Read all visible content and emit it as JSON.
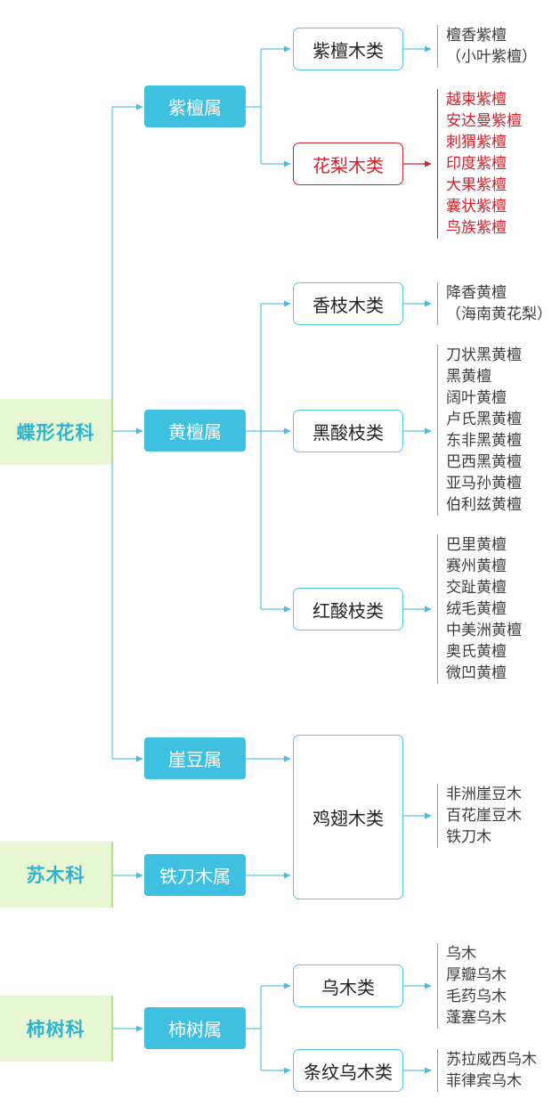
{
  "families": [
    {
      "id": "dieyinghuake",
      "label": "蝶形花科"
    },
    {
      "id": "sumuke",
      "label": "苏木科"
    },
    {
      "id": "shishuke",
      "label": "柿树科"
    }
  ],
  "genera": [
    {
      "id": "zitanshu",
      "label": "紫檀属"
    },
    {
      "id": "huangtanshu",
      "label": "黄檀属"
    },
    {
      "id": "yadoushu",
      "label": "崖豆属"
    },
    {
      "id": "tiedaomushu",
      "label": "铁刀木属"
    },
    {
      "id": "shishushu",
      "label": "柿树属"
    }
  ],
  "classes": [
    {
      "id": "zitanmulei",
      "label": "紫檀木类",
      "highlight": false,
      "species": [
        "檀香紫檀",
        "（小叶紫檀）"
      ]
    },
    {
      "id": "hualimulei",
      "label": "花梨木类",
      "highlight": true,
      "species": [
        "越柬紫檀",
        "安达曼紫檀",
        "刺猬紫檀",
        "印度紫檀",
        "大果紫檀",
        "囊状紫檀",
        "鸟族紫檀"
      ]
    },
    {
      "id": "xiangzhimulei",
      "label": "香枝木类",
      "highlight": false,
      "species": [
        "降香黄檀",
        "（海南黄花梨）"
      ]
    },
    {
      "id": "heisuanzhilei",
      "label": "黑酸枝类",
      "highlight": false,
      "species": [
        "刀状黑黄檀",
        "黑黄檀",
        "阔叶黄檀",
        "卢氏黑黄檀",
        "东非黑黄檀",
        "巴西黑黄檀",
        "亚马孙黄檀",
        "伯利兹黄檀"
      ]
    },
    {
      "id": "hongsuanzhilei",
      "label": "红酸枝类",
      "highlight": false,
      "species": [
        "巴里黄檀",
        "赛州黄檀",
        "交趾黄檀",
        "绒毛黄檀",
        "中美洲黄檀",
        "奥氏黄檀",
        "微凹黄檀"
      ]
    },
    {
      "id": "jichimulei",
      "label": "鸡翅木类",
      "highlight": false,
      "species": [
        "非洲崖豆木",
        "百花崖豆木",
        "铁刀木"
      ]
    },
    {
      "id": "wumulei",
      "label": "乌木类",
      "highlight": false,
      "species": [
        "乌木",
        "厚瓣乌木",
        "毛药乌木",
        "蓬塞乌木"
      ]
    },
    {
      "id": "tiaowenwumulei",
      "label": "条纹乌木类",
      "highlight": false,
      "species": [
        "苏拉威西乌木",
        "菲律宾乌木"
      ]
    }
  ],
  "colors": {
    "connector": "#59c5e3",
    "accent_red": "#c9222c",
    "genus_fill": "#3ec1e1",
    "family_fill": "#e6f5d2"
  }
}
